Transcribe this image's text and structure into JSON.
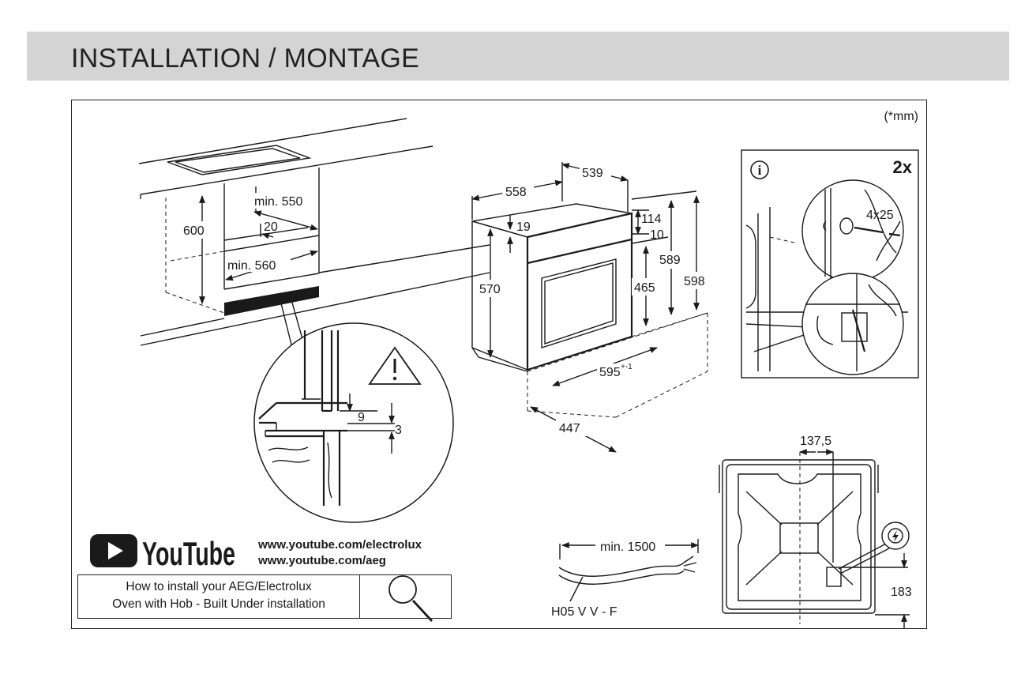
{
  "header": {
    "title": "INSTALLATION / MONTAGE"
  },
  "units_note": "(*mm)",
  "cabinet": {
    "height": "600",
    "min_depth": "min. 550",
    "offset": "20",
    "min_width": "min. 560",
    "detail_gap": "9",
    "detail_clearance": "3"
  },
  "oven": {
    "depth_top": "558",
    "depth_body": "539",
    "front_top": "19",
    "panel_height": "114",
    "panel_gap": "10",
    "body_height": "570",
    "door_height": "465",
    "inner_height": "589",
    "total_height": "598",
    "width_base": "595",
    "width_tolerance": "+-1",
    "total_depth": "447"
  },
  "fixing": {
    "quantity": "2x",
    "screw": "4x25",
    "info_icon": "info-icon"
  },
  "cable": {
    "min_length": "min. 1500",
    "type": "H05 V V - F"
  },
  "back_view": {
    "horizontal_offset": "137,5",
    "vertical_offset": "183",
    "electric_icon": "lightning-icon"
  },
  "youtube": {
    "logo_text": "YouTube",
    "url_1": "www.youtube.com/electrolux",
    "url_2": "www.youtube.com/aeg",
    "howto_line_1": "How to install your AEG/Electrolux",
    "howto_line_2": "Oven with Hob - Built Under installation"
  }
}
